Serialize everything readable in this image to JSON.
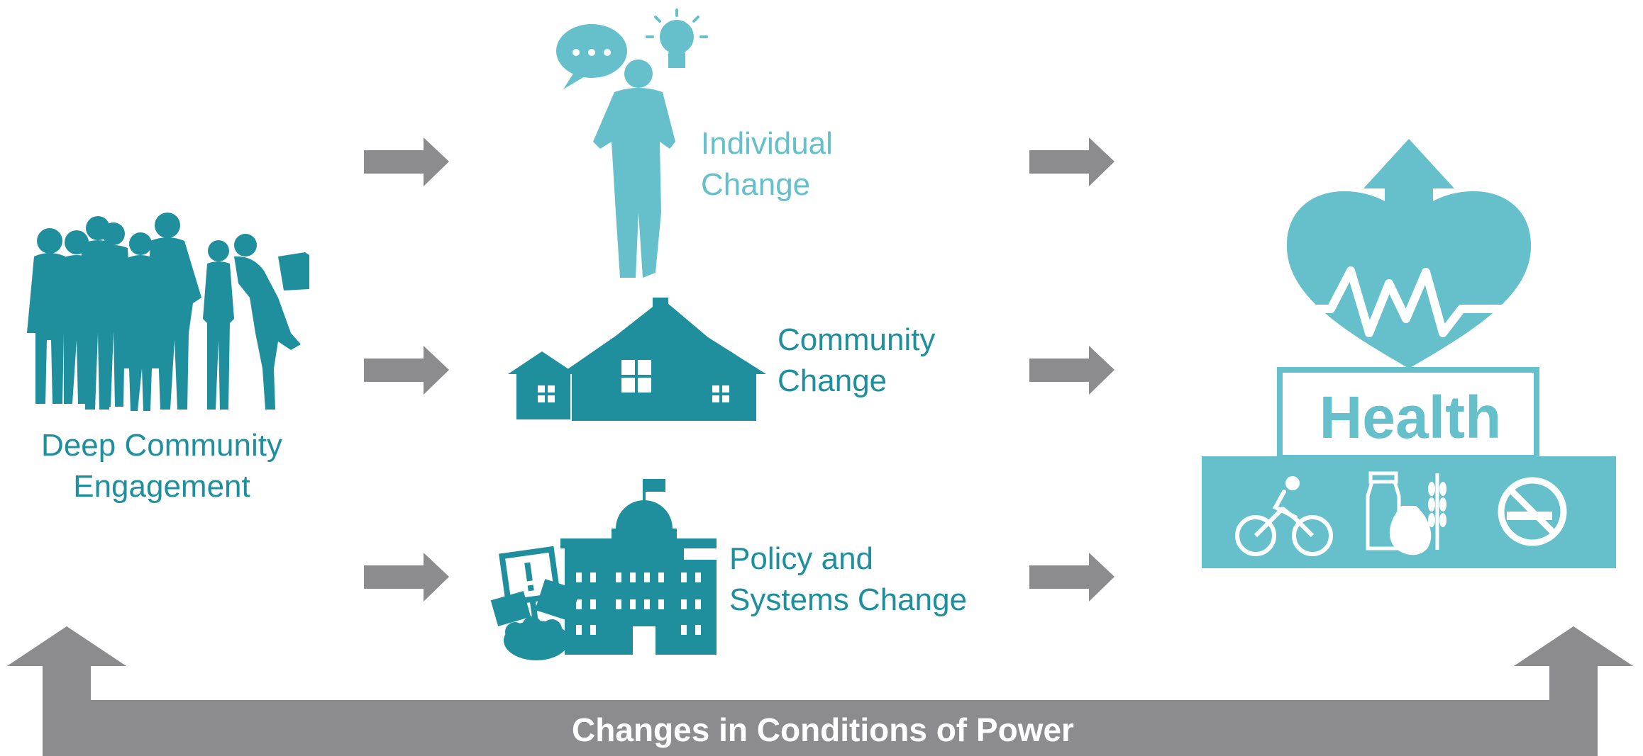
{
  "diagram": {
    "source": {
      "label_lines": [
        "Deep Community",
        "Engagement"
      ]
    },
    "changes": [
      {
        "label_lines": [
          "Individual",
          "Change"
        ],
        "icon": "person-thinking-icon"
      },
      {
        "label_lines": [
          "Community",
          "Change"
        ],
        "icon": "houses-icon"
      },
      {
        "label_lines": [
          "Policy and",
          "Systems Change"
        ],
        "icon": "capitol-protest-icon"
      }
    ],
    "outcome": {
      "label": "Health",
      "icons": [
        "heart-pulse-icon",
        "bicycle-icon",
        "healthy-food-icon",
        "no-smoking-icon"
      ]
    },
    "feedback": {
      "label": "Changes in Conditions of Power"
    },
    "colors": {
      "teal_dark": "#1f8f9d",
      "teal_light": "#66c0cb",
      "arrow_gray": "#8c8b8d",
      "text_white": "#ffffff"
    }
  }
}
